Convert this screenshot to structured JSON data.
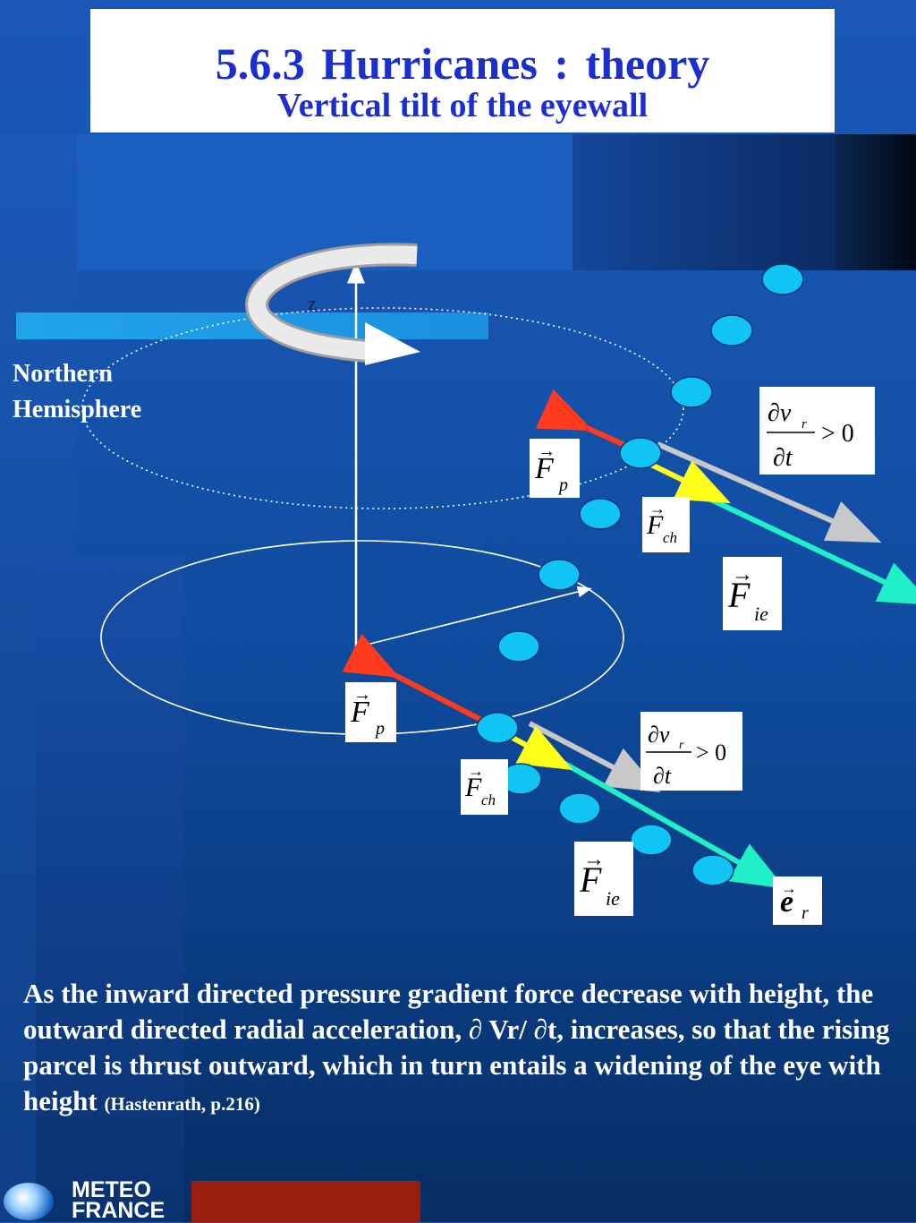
{
  "title": {
    "main": "5.6.3     Hurricanes : theory",
    "sub": "Vertical tilt of the eyewall"
  },
  "hemisphere": {
    "line1": "Northern",
    "line2": "Hemisphere"
  },
  "axis_label": "z",
  "formulas": {
    "fp_upper": "F_p",
    "fch_upper": "F_ch",
    "fie_upper": "F_ie",
    "dvr_upper": "∂v_r/∂t > 0",
    "fp_lower": "F_p",
    "fch_lower": "F_ch",
    "fie_lower": "F_ie",
    "dvr_lower": "∂v_r/∂t > 0",
    "er": "e_r"
  },
  "caption": {
    "text": "As the inward directed pressure gradient force decrease with height, the outward directed radial acceleration, ∂ Vr/ ∂t, increases, so that the rising parcel is thrust outward, which in turn entails a widening of the eye with height",
    "citation": "(Hastenrath, p.216)"
  },
  "logo": {
    "line1": "METEO",
    "line2": "FRANCE"
  },
  "colors": {
    "pressure_arrow": "#ff3b1f",
    "coriolis_arrow": "#ffff1a",
    "inertial_arrow": "#1ff0c8",
    "accel_arrow": "#c8c8c8",
    "parcel": "#10c4f5",
    "title": "#1b2fcf"
  }
}
